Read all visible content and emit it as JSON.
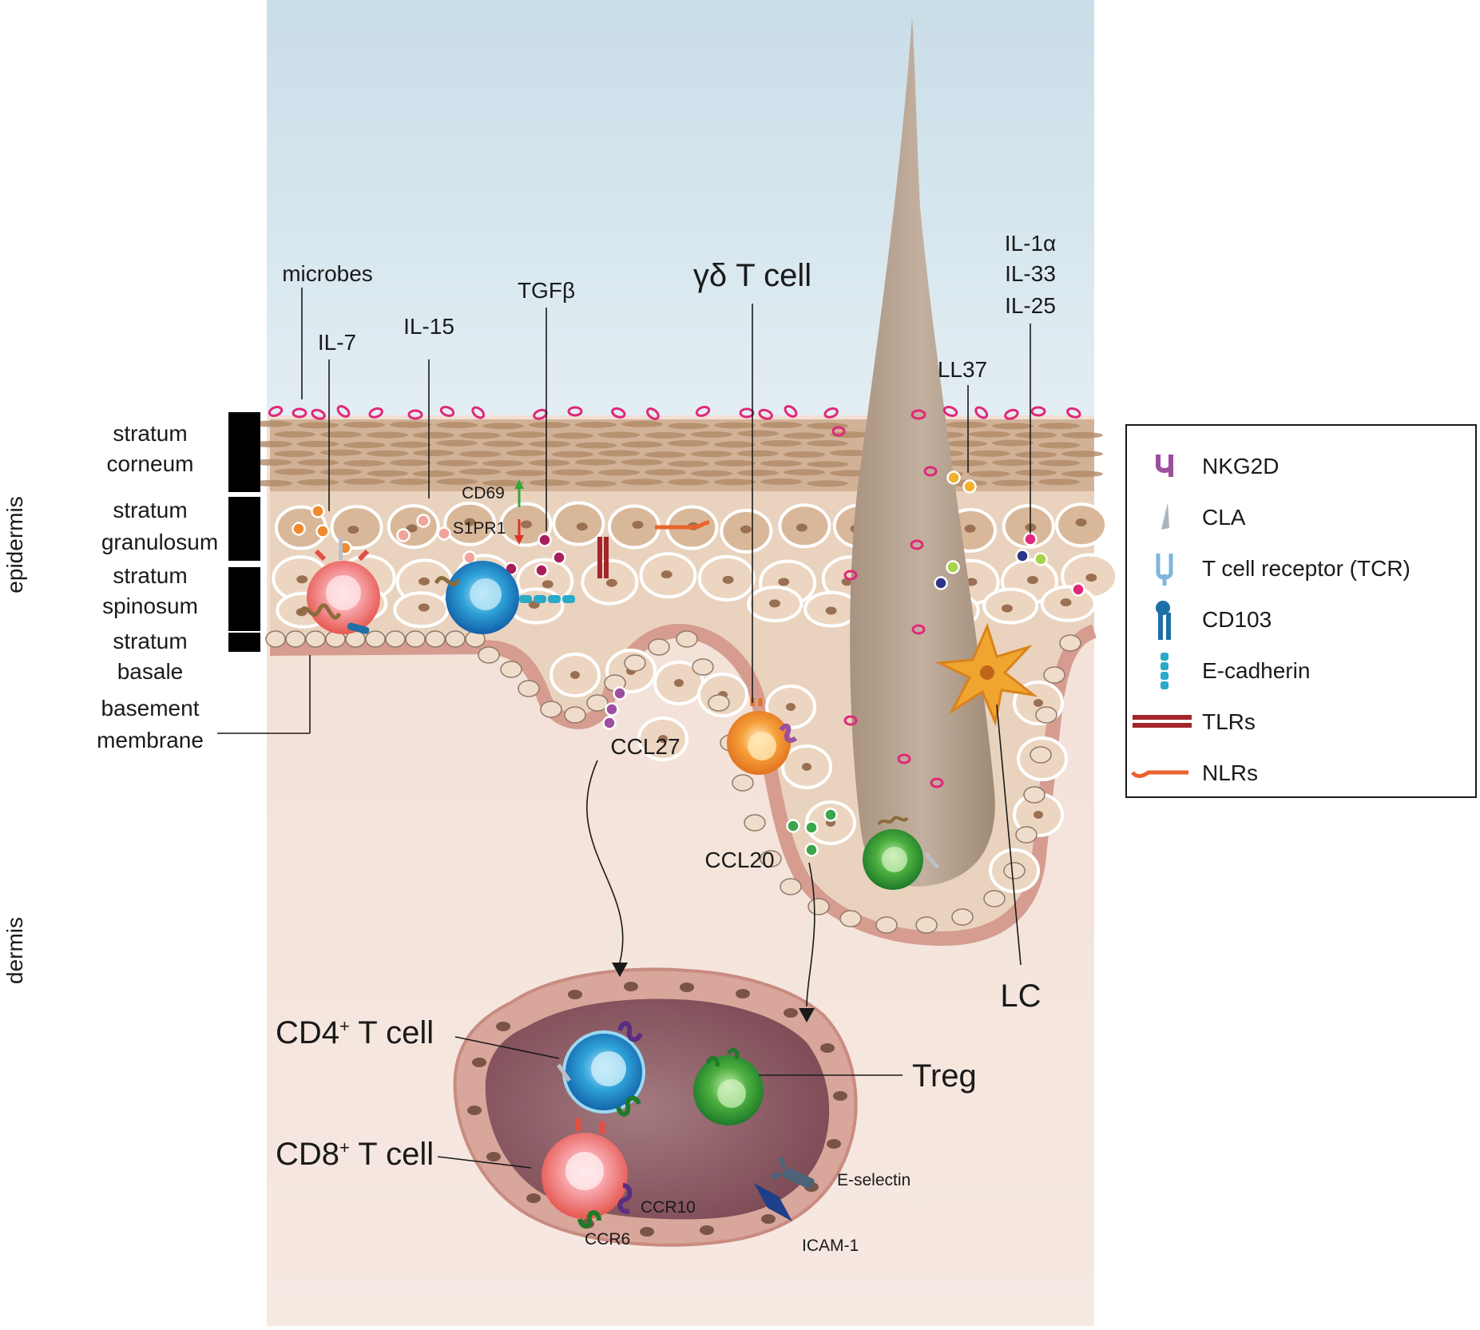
{
  "side_labels": {
    "epidermis": "epidermis",
    "dermis": "dermis"
  },
  "layers": [
    {
      "l1": "stratum",
      "l2": "corneum"
    },
    {
      "l1": "stratum",
      "l2": "granulosum"
    },
    {
      "l1": "stratum",
      "l2": "spinosum"
    },
    {
      "l1": "stratum",
      "l2": "basale"
    }
  ],
  "basement": {
    "l1": "basement",
    "l2": "membrane"
  },
  "top_labels": {
    "microbes": "microbes",
    "il7": "IL-7",
    "il15": "IL-15",
    "tgfb": "TGFβ",
    "gd_tcell": "γδ T cell",
    "ll37": "LL37",
    "il1a": "IL-1α",
    "il33": "IL-33",
    "il25": "IL-25",
    "cd69": "CD69",
    "s1pr1": "S1PR1"
  },
  "mid_labels": {
    "ccl27": "CCL27",
    "ccl20": "CCL20",
    "lc": "LC"
  },
  "vessel_labels": {
    "cd4": "CD4",
    "cd4_sup": "+",
    "cd4_rest": " T cell",
    "cd8": "CD8",
    "cd8_sup": "+",
    "cd8_rest": " T cell",
    "treg": "Treg",
    "eselectin": "E-selectin",
    "icam1": "ICAM-1",
    "ccr10": "CCR10",
    "ccr6": "CCR6"
  },
  "legend": {
    "items": [
      {
        "label": "NKG2D",
        "icon": "nkg2d-icon",
        "color": "#9b4f9e"
      },
      {
        "label": "CLA",
        "icon": "cla-icon",
        "color": "#a9b4bd"
      },
      {
        "label": "T cell receptor (TCR)",
        "icon": "tcr-icon",
        "color": "#7fb6dc"
      },
      {
        "label": "CD103",
        "icon": "cd103-icon",
        "color": "#1d6fa8"
      },
      {
        "label": "E-cadherin",
        "icon": "e-cadherin-icon",
        "color": "#2ba9c9"
      },
      {
        "label": "TLRs",
        "icon": "tlr-icon",
        "color": "#a3262a"
      },
      {
        "label": "NLRs",
        "icon": "nlr-icon",
        "color": "#e8632d"
      }
    ]
  },
  "colors": {
    "sky": "#cfe2ec",
    "dermis": "#f4e4dc",
    "keratinocyte": "#e6cdb6",
    "hair": "#b9a48f",
    "vessel_wall": "#d9a79b",
    "vessel_lumen": "#8d5a63",
    "microbe": "#e0287a"
  }
}
